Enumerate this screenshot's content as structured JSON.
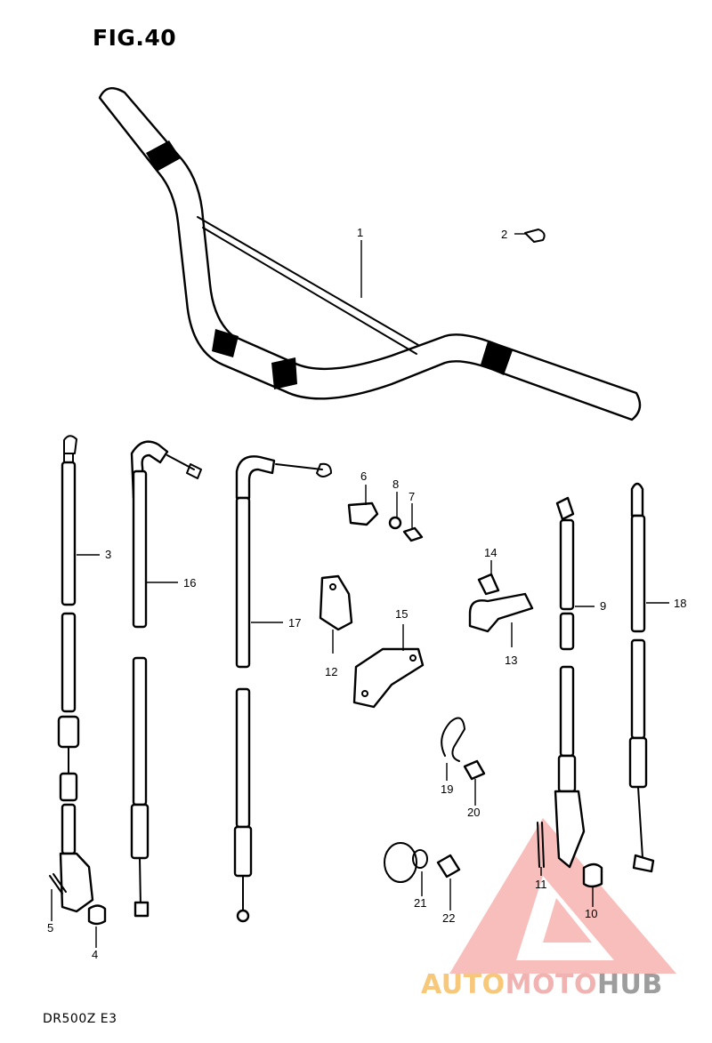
{
  "figure_title": "FIG.40",
  "model_code": "DR500Z  E3",
  "watermark": {
    "part_a": "AUTO",
    "part_b": "MOTO",
    "part_c": "HUB",
    "color_a": "#f7c77a",
    "color_b": "#f1b3b1",
    "color_c": "#9d9d9d",
    "logo_color": "#f28a86"
  },
  "callouts": [
    "1",
    "2",
    "3",
    "4",
    "5",
    "6",
    "7",
    "8",
    "9",
    "10",
    "11",
    "12",
    "13",
    "14",
    "15",
    "16",
    "17",
    "18",
    "19",
    "20",
    "21",
    "22"
  ]
}
